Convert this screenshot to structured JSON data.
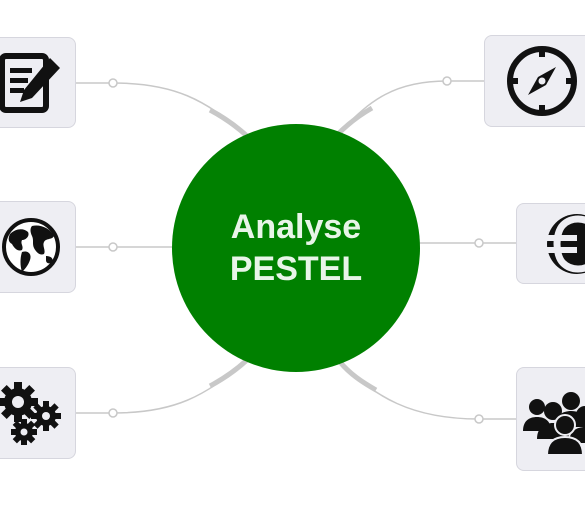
{
  "hub": {
    "line1": "Analyse",
    "line2": "PESTEL"
  },
  "colors": {
    "hub_fill": "#008000",
    "hub_text": "#e8f5e8",
    "node_fill": "#eeeef3",
    "node_border": "#d6d6de",
    "icon": "#111111",
    "connector": "#c8c8c8"
  },
  "nodes": [
    {
      "id": "node-tl",
      "icon": "document-pen-icon"
    },
    {
      "id": "node-ml",
      "icon": "globe-icon"
    },
    {
      "id": "node-bl",
      "icon": "gears-icon"
    },
    {
      "id": "node-tr",
      "icon": "compass-icon"
    },
    {
      "id": "node-mr",
      "icon": "euro-icon"
    },
    {
      "id": "node-br",
      "icon": "people-group-icon"
    }
  ]
}
